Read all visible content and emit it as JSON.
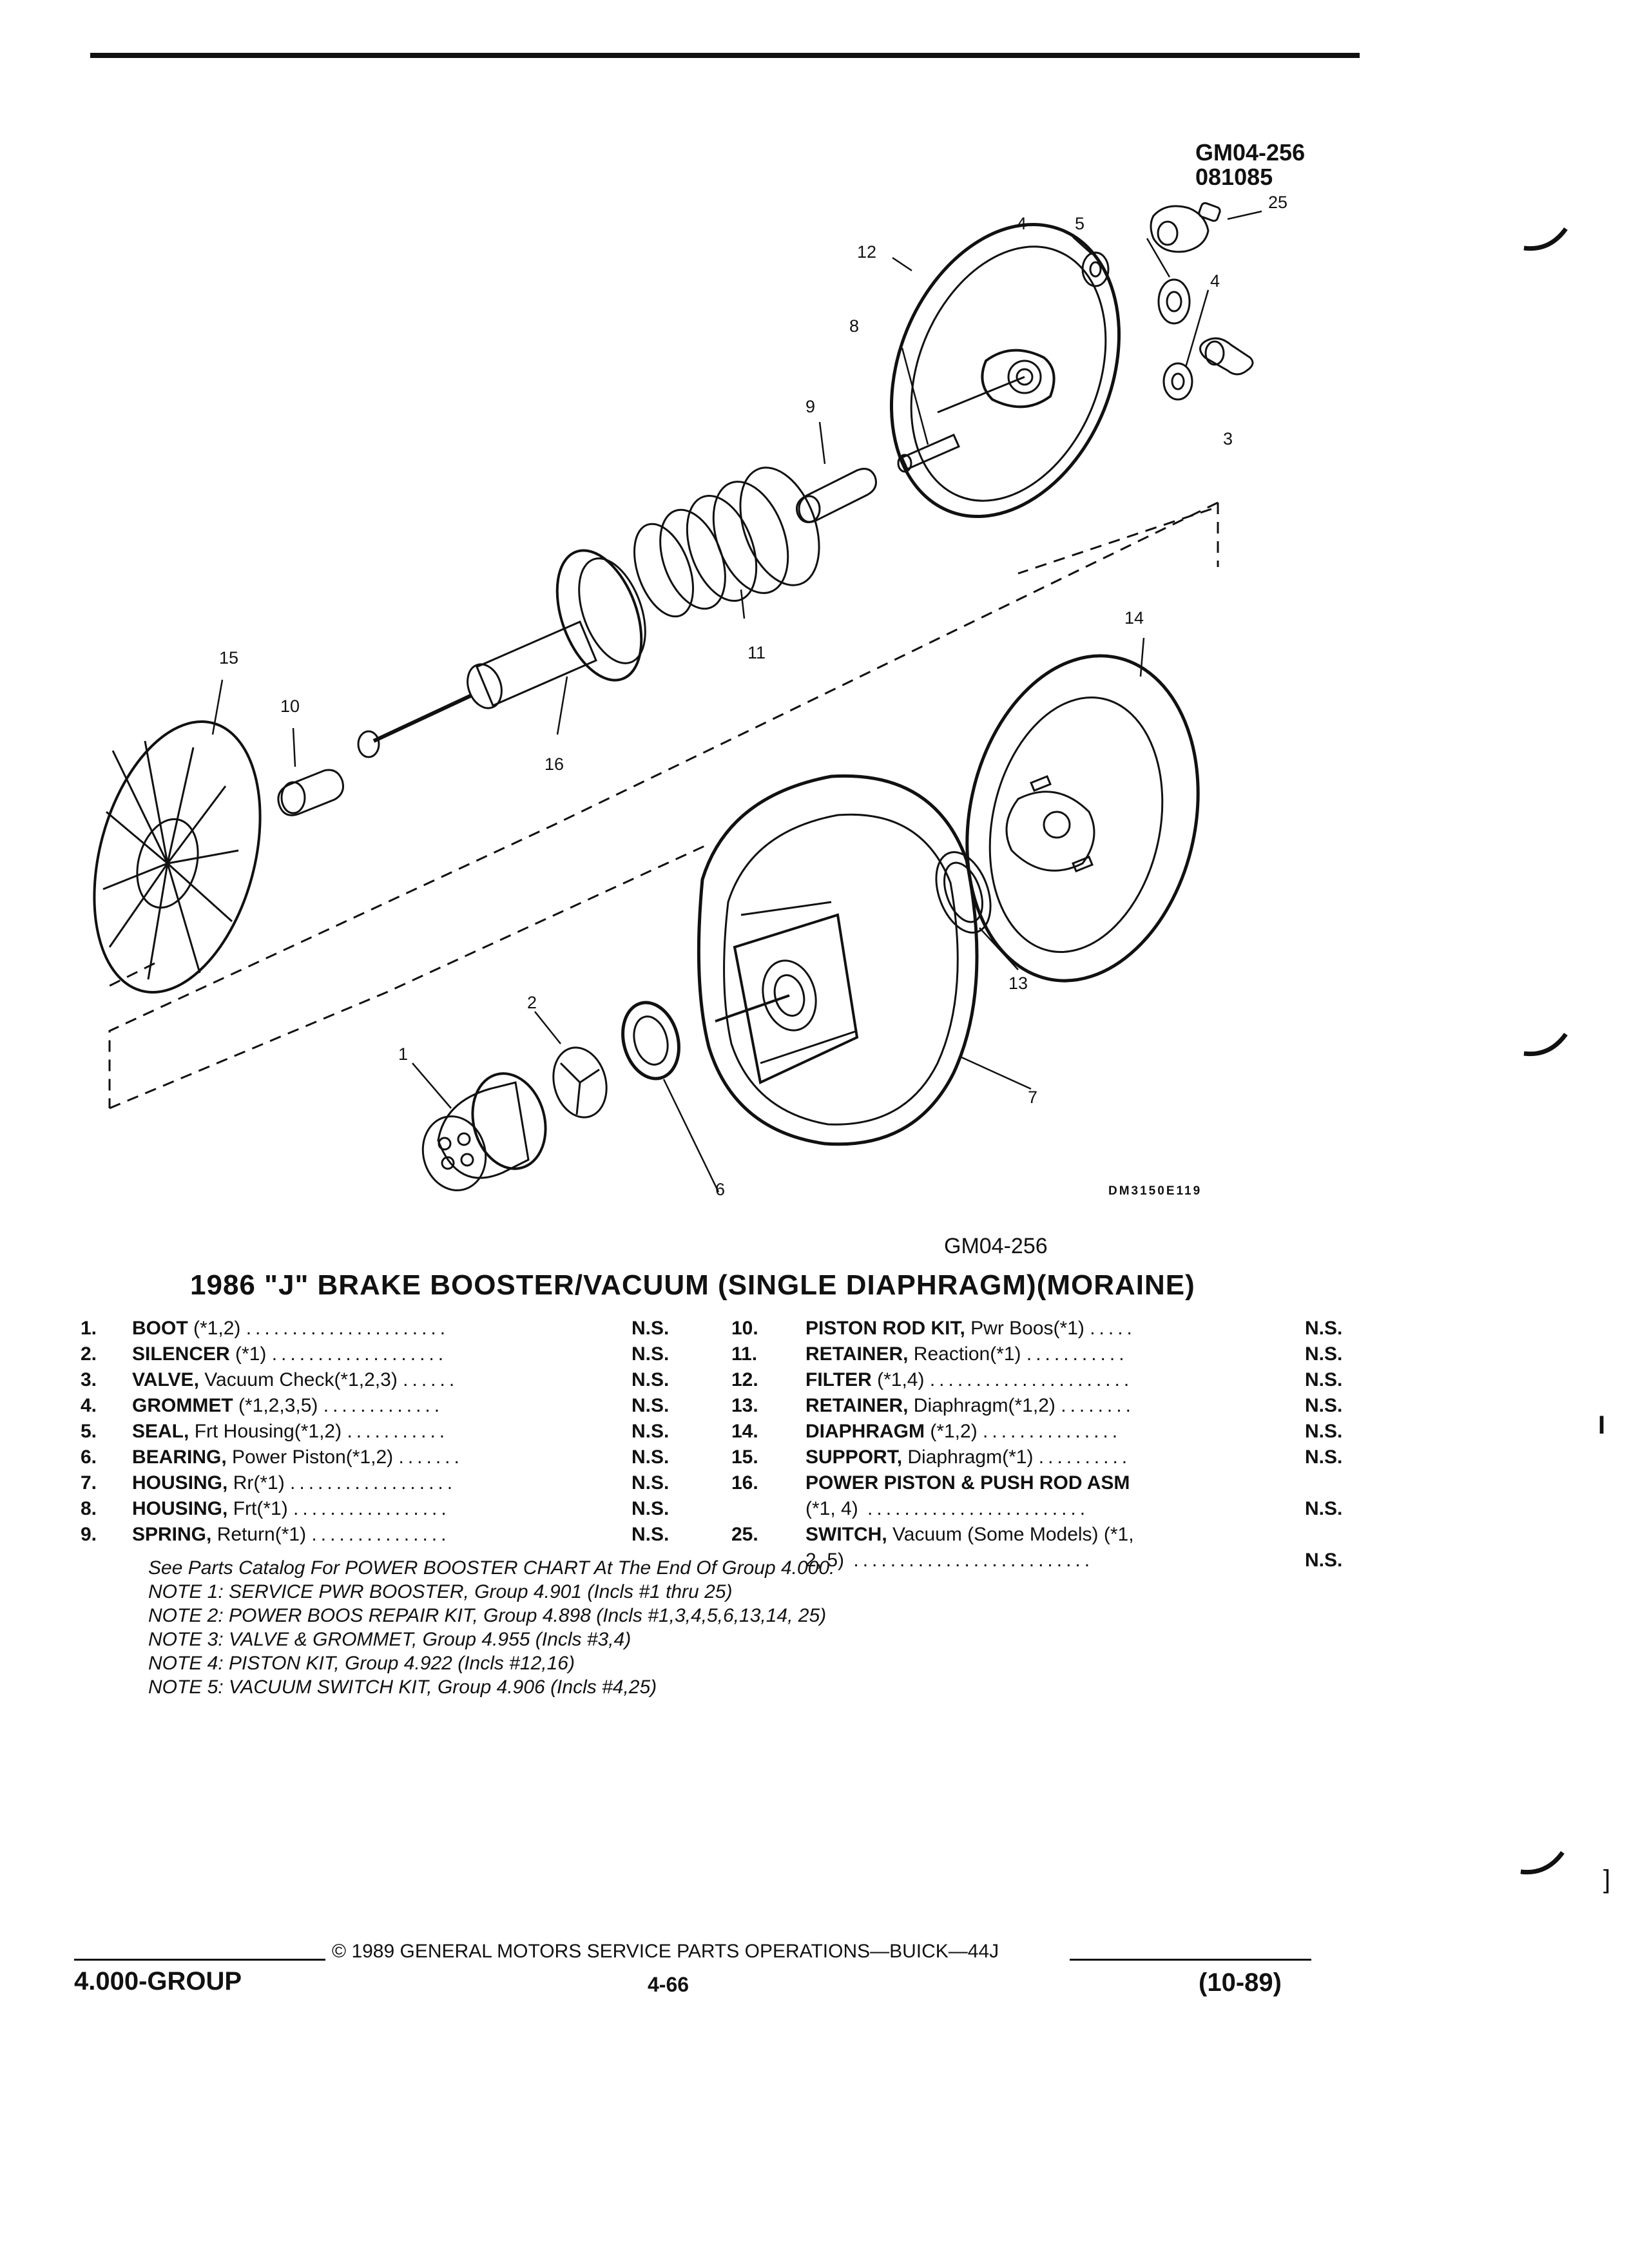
{
  "header": {
    "ref_code": "GM04-256",
    "ref_date": "081085"
  },
  "diagram": {
    "callouts": [
      "1",
      "2",
      "3",
      "4",
      "4",
      "5",
      "6",
      "7",
      "8",
      "9",
      "10",
      "11",
      "12",
      "13",
      "14",
      "15",
      "16",
      "25"
    ],
    "art_code": "DM3150E119",
    "figure_code": "GM04-256"
  },
  "section": {
    "title": "1986 \"J\" BRAKE BOOSTER/VACUUM (SINGLE DIAPHRAGM)(MORAINE)"
  },
  "parts_left": [
    {
      "num": "1.",
      "name": "BOOT",
      "detail": " (*1,2)",
      "dots": "......................",
      "avail": "N.S."
    },
    {
      "num": "2.",
      "name": "SILENCER",
      "detail": " (*1)",
      "dots": "...................",
      "avail": "N.S."
    },
    {
      "num": "3.",
      "name": "VALVE,",
      "detail": " Vacuum Check(*1,2,3)",
      "dots": "......",
      "avail": "N.S."
    },
    {
      "num": "4.",
      "name": "GROMMET",
      "detail": " (*1,2,3,5)",
      "dots": ".............",
      "avail": "N.S."
    },
    {
      "num": "5.",
      "name": "SEAL,",
      "detail": " Frt Housing(*1,2)",
      "dots": "...........",
      "avail": "N.S."
    },
    {
      "num": "6.",
      "name": "BEARING,",
      "detail": " Power Piston(*1,2)",
      "dots": ".......",
      "avail": "N.S."
    },
    {
      "num": "7.",
      "name": "HOUSING,",
      "detail": " Rr(*1)",
      "dots": "..................",
      "avail": "N.S."
    },
    {
      "num": "8.",
      "name": "HOUSING,",
      "detail": " Frt(*1)",
      "dots": ".................",
      "avail": "N.S."
    },
    {
      "num": "9.",
      "name": "SPRING,",
      "detail": " Return(*1)",
      "dots": "...............",
      "avail": "N.S."
    }
  ],
  "parts_right": [
    {
      "num": "10.",
      "name": "PISTON ROD KIT,",
      "detail": " Pwr Boos(*1)",
      "dots": ".....",
      "avail": "N.S.",
      "line2": ""
    },
    {
      "num": "11.",
      "name": "RETAINER,",
      "detail": " Reaction(*1)",
      "dots": "...........",
      "avail": "N.S.",
      "line2": ""
    },
    {
      "num": "12.",
      "name": "FILTER",
      "detail": " (*1,4)",
      "dots": "......................",
      "avail": "N.S.",
      "line2": ""
    },
    {
      "num": "13.",
      "name": "RETAINER,",
      "detail": " Diaphragm(*1,2)",
      "dots": "........",
      "avail": "N.S.",
      "line2": ""
    },
    {
      "num": "14.",
      "name": "DIAPHRAGM",
      "detail": " (*1,2)",
      "dots": "...............",
      "avail": "N.S.",
      "line2": ""
    },
    {
      "num": "15.",
      "name": "SUPPORT,",
      "detail": " Diaphragm(*1)",
      "dots": "..........",
      "avail": "N.S.",
      "line2": ""
    },
    {
      "num": "16.",
      "name": "POWER PISTON & PUSH ROD ASM",
      "detail": "",
      "dots": "",
      "avail": "",
      "line2": "(*1, 4)"
    },
    {
      "num": "25.",
      "name": "SWITCH,",
      "detail": " Vacuum (Some Models) (*1,",
      "dots": "",
      "avail": "",
      "line2": "2, 5)"
    }
  ],
  "notes": [
    "See Parts Catalog For POWER BOOSTER CHART At The End Of Group 4.000.",
    "NOTE 1: SERVICE PWR BOOSTER, Group 4.901 (Incls #1 thru 25)",
    "NOTE 2: POWER BOOS REPAIR KIT, Group 4.898 (Incls #1,3,4,5,6,13,14, 25)",
    "NOTE 3: VALVE & GROMMET, Group 4.955 (Incls #3,4)",
    "NOTE 4: PISTON KIT, Group 4.922 (Incls #12,16)",
    "NOTE 5: VACUUM SWITCH KIT, Group 4.906 (Incls #4,25)"
  ],
  "footer": {
    "group": "4.000-GROUP",
    "copyright": "© 1989 GENERAL MOTORS SERVICE PARTS OPERATIONS—BUICK—44J",
    "page": "4-66",
    "date": "(10-89)"
  },
  "margin_marks": [
    "I",
    "]"
  ]
}
